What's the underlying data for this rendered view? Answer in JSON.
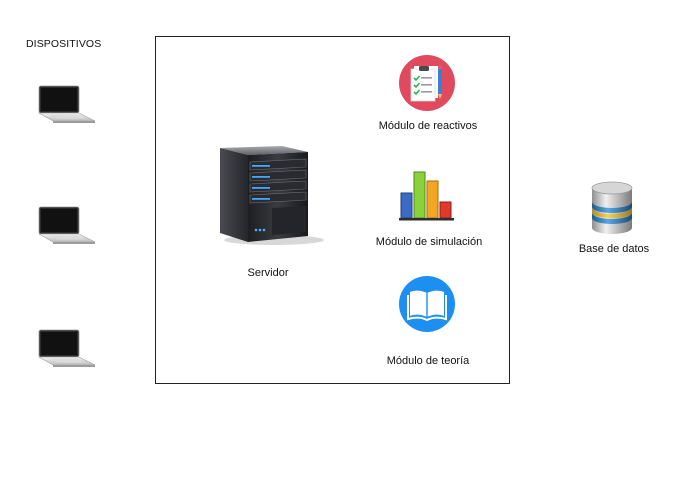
{
  "devices": {
    "title": "DISPOSITIVOS",
    "items": [
      {
        "icon": "laptop-icon"
      },
      {
        "icon": "laptop-icon"
      },
      {
        "icon": "laptop-icon"
      }
    ]
  },
  "server": {
    "label": "Servidor",
    "icon": "server-icon"
  },
  "modules": [
    {
      "label": "Módulo de reactivos",
      "icon": "checklist-icon",
      "color": "#e04a5f"
    },
    {
      "label": "Módulo de simulación",
      "icon": "bar-chart-icon"
    },
    {
      "label": "Módulo de teoría",
      "icon": "open-book-icon",
      "color": "#1d8ff0"
    }
  ],
  "database": {
    "label": "Base de datos",
    "icon": "database-icon"
  }
}
